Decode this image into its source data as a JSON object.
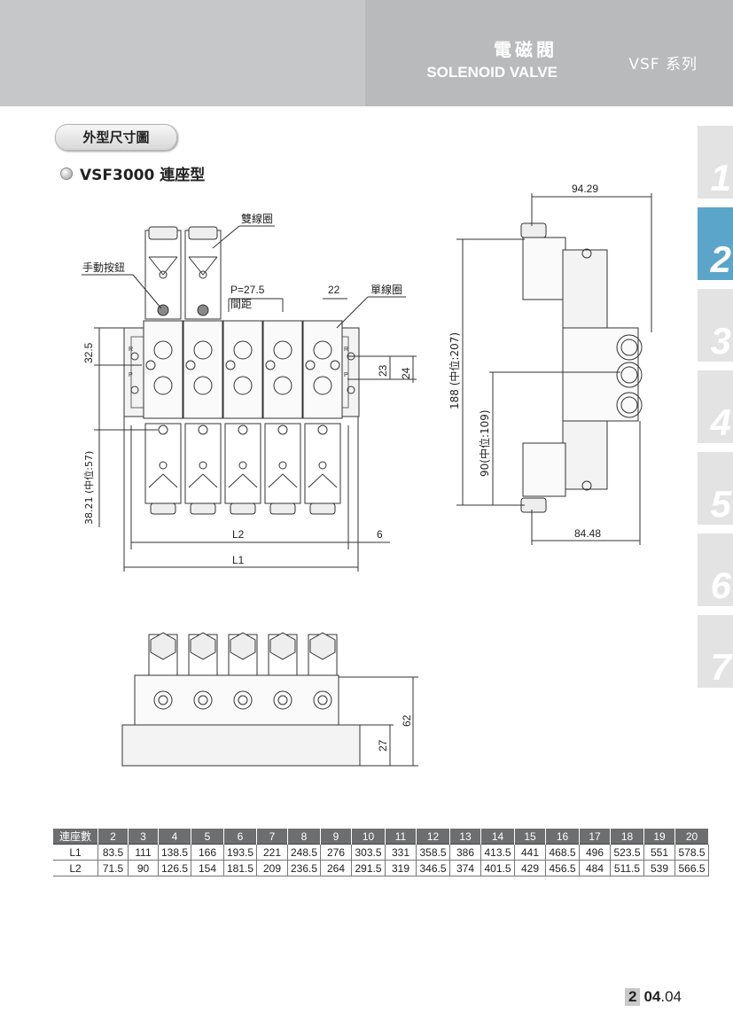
{
  "header": {
    "title_zh": "電磁閥",
    "title_en": "SOLENOID VALVE",
    "series": "VSF 系列"
  },
  "section": "外型尺寸圖",
  "model": "VSF3000 連座型",
  "tabs": [
    "1",
    "2",
    "3",
    "4",
    "5",
    "6",
    "7"
  ],
  "active_tab": "2",
  "drawing": {
    "labels": {
      "double_coil": "雙線圈",
      "manual_button": "手動按鈕",
      "single_coil": "單線圈",
      "pitch": "P=27.5",
      "pitch_note": "間距",
      "r": "R",
      "p": "P"
    },
    "dims": {
      "d22": "22",
      "d32_5": "32.5",
      "d23": "23",
      "d24": "24",
      "d38": "38.21 (中位:57)",
      "l2": "L2",
      "d6": "6",
      "l1": "L1",
      "d94": "94.29",
      "d188": "188 (中位:207)",
      "d90": "90(中位:109)",
      "d84": "84.48",
      "d62": "62",
      "d27": "27"
    }
  },
  "table": {
    "header_label": "連座數",
    "counts": [
      "2",
      "3",
      "4",
      "5",
      "6",
      "7",
      "8",
      "9",
      "10",
      "11",
      "12",
      "13",
      "14",
      "15",
      "16",
      "17",
      "18",
      "19",
      "20"
    ],
    "rows": [
      {
        "label": "L1",
        "values": [
          "83.5",
          "111",
          "138.5",
          "166",
          "193.5",
          "221",
          "248.5",
          "276",
          "303.5",
          "331",
          "358.5",
          "386",
          "413.5",
          "441",
          "468.5",
          "496",
          "523.5",
          "551",
          "578.5"
        ]
      },
      {
        "label": "L2",
        "values": [
          "71.5",
          "90",
          "126.5",
          "154",
          "181.5",
          "209",
          "236.5",
          "264",
          "291.5",
          "319",
          "346.5",
          "374",
          "401.5",
          "429",
          "456.5",
          "484",
          "511.5",
          "539",
          "566.5"
        ]
      }
    ]
  },
  "page": {
    "chapter": "2",
    "number": "04",
    "sub": ".04"
  }
}
